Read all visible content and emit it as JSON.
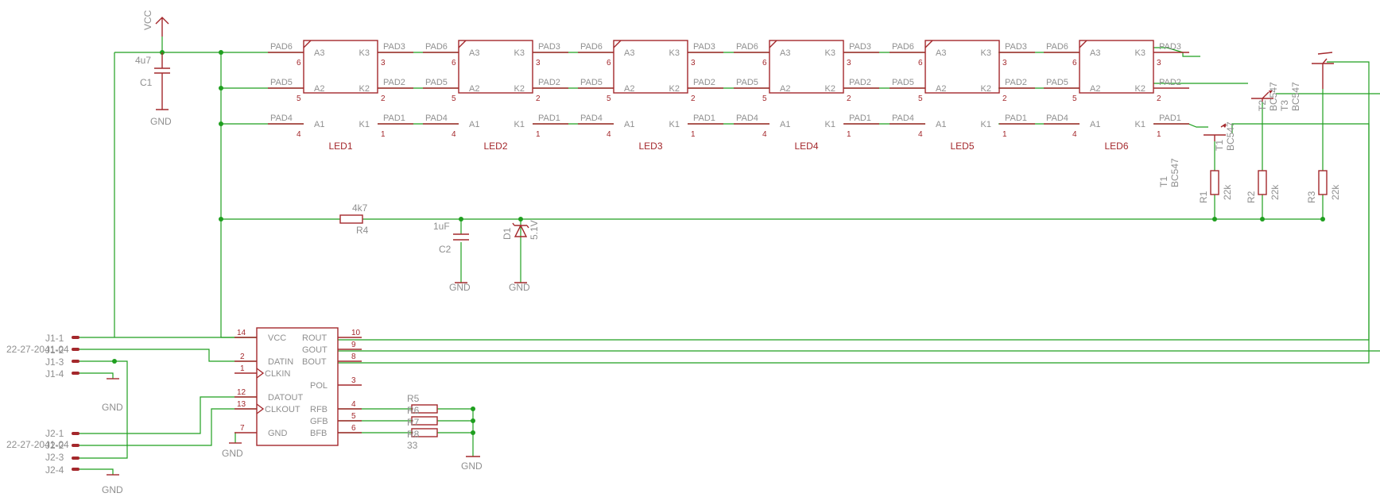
{
  "power": {
    "vcc": "VCC",
    "gnd": "GND"
  },
  "capacitors": {
    "c1": {
      "name": "C1",
      "value": "4u7"
    },
    "c2": {
      "name": "C2",
      "value": "1uF"
    }
  },
  "led_pads": [
    "PAD6",
    "PAD5",
    "PAD4",
    "PAD3",
    "PAD2",
    "PAD1"
  ],
  "led_pins": {
    "a3": "A3",
    "a2": "A2",
    "a1": "A1",
    "k3": "K3",
    "k2": "K2",
    "k1": "K1",
    "n6": "6",
    "n5": "5",
    "n4": "4",
    "n3": "3",
    "n2": "2",
    "n1": "1"
  },
  "leds": [
    "LED1",
    "LED2",
    "LED3",
    "LED4",
    "LED5",
    "LED6"
  ],
  "r4": {
    "name": "R4",
    "value": "4k7"
  },
  "d1": {
    "name": "D1",
    "value": "5.1V"
  },
  "transistors": [
    {
      "name": "T1",
      "value": "BC547"
    },
    {
      "name": "T2",
      "value": "BC547"
    },
    {
      "name": "T3",
      "value": "BC547"
    }
  ],
  "pullups": [
    {
      "name": "R1",
      "value": "22k"
    },
    {
      "name": "R2",
      "value": "22k"
    },
    {
      "name": "R3",
      "value": "22k"
    }
  ],
  "ic": {
    "pins_left": [
      {
        "num": "14",
        "label": "VCC"
      },
      {
        "num": "2",
        "label": "DATIN"
      },
      {
        "num": "1",
        "label": "CLKIN"
      },
      {
        "num": "12",
        "label": "DATOUT"
      },
      {
        "num": "13",
        "label": "CLKOUT"
      },
      {
        "num": "7",
        "label": "GND"
      }
    ],
    "pins_right": [
      {
        "num": "10",
        "label": "ROUT"
      },
      {
        "num": "9",
        "label": "GOUT"
      },
      {
        "num": "8",
        "label": "BOUT"
      },
      {
        "num": "3",
        "label": "POL"
      },
      {
        "num": "4",
        "label": "RFB"
      },
      {
        "num": "5",
        "label": "GFB"
      },
      {
        "num": "6",
        "label": "BFB"
      }
    ]
  },
  "feedback": {
    "r5": "R5",
    "r6": "R6",
    "r7": "R7",
    "r8": "R8",
    "value": "33"
  },
  "connectors": {
    "part_number": "22-27-2041-04",
    "j1": [
      "J1-1",
      "J1-2",
      "J1-3",
      "J1-4"
    ],
    "j2": [
      "J2-1",
      "J2-2",
      "J2-3",
      "J2-4"
    ]
  }
}
